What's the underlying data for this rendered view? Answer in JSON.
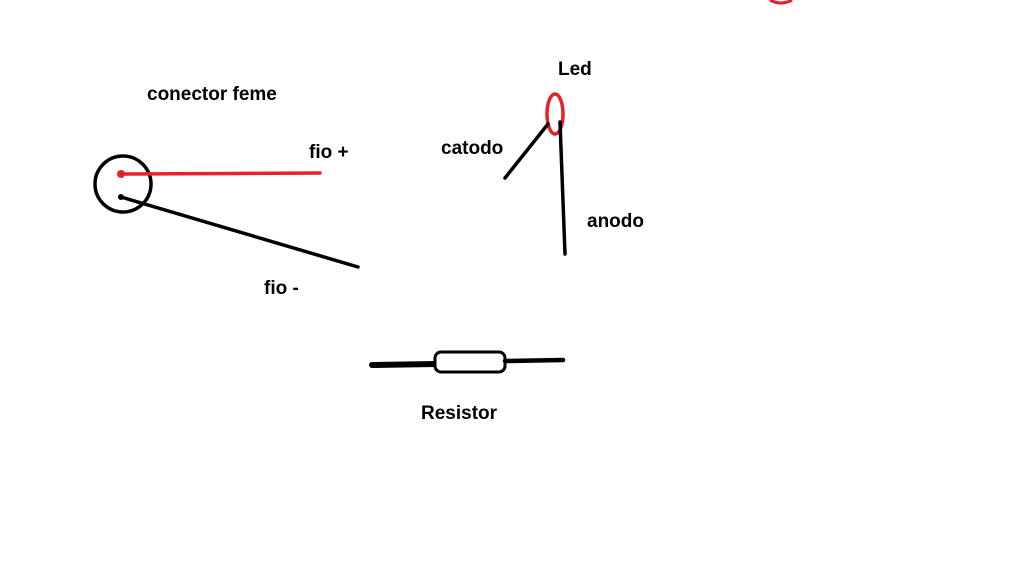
{
  "labels": {
    "conector": "conector feme",
    "fio_plus": "fio +",
    "fio_minus": "fio -",
    "led": "Led",
    "catodo": "catodo",
    "anodo": "anodo",
    "resistor": "Resistor"
  },
  "colors": {
    "wire_positive": "#e8202a",
    "wire_negative": "#000000",
    "led_body": "#e8202a",
    "text": "#000000",
    "background": "#ffffff"
  }
}
